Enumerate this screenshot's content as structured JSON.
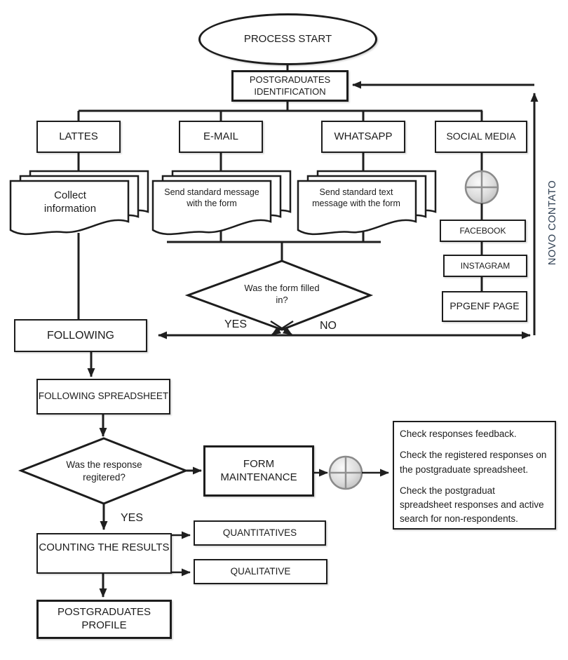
{
  "nodes": {
    "process_start": "PROCESS START",
    "postgraduates_identification": "POSTGRADUATES IDENTIFICATION",
    "lattes": "LATTES",
    "email": "E-MAIL",
    "whatsapp": "WHATSAPP",
    "social_media": "SOCIAL MEDIA",
    "collect_information": "Collect information",
    "send_standard_message": "Send standard message with the form",
    "send_standard_text": "Send standard text message with the form",
    "facebook": "FACEBOOK",
    "instagram": "INSTAGRAM",
    "ppgenf_page": "PPGENF PAGE",
    "form_filled_question": "Was the form filled in?",
    "following": "FOLLOWING",
    "following_spreadsheet": "FOLLOWING SPREADSHEET",
    "response_registered_question": "Was the response regitered?",
    "form_maintenance": "FORM MAINTENANCE",
    "counting_results": "COUNTING THE RESULTS",
    "quantitatives": "QUANTITATIVES",
    "qualitative": "QUALITATIVE",
    "postgraduates_profile": "POSTGRADUATES PROFILE"
  },
  "labels": {
    "yes_1": "YES",
    "no_1": "NO",
    "yes_2": "YES",
    "novo_contato": "NOVO CONTATO"
  },
  "check_box": {
    "p1": "Check responses feedback.",
    "p2": "Check the registered responses on the postgraduate spreadsheet.",
    "p3": "Check the postgraduat spreadsheet responses and active search for non-respondents."
  },
  "colors": {
    "line": "#1f1f1f",
    "novo_contato_text": "#2f3f52",
    "connector_circle_fill": "#d6d6d6",
    "connector_circle_border": "#8a8a8a"
  }
}
